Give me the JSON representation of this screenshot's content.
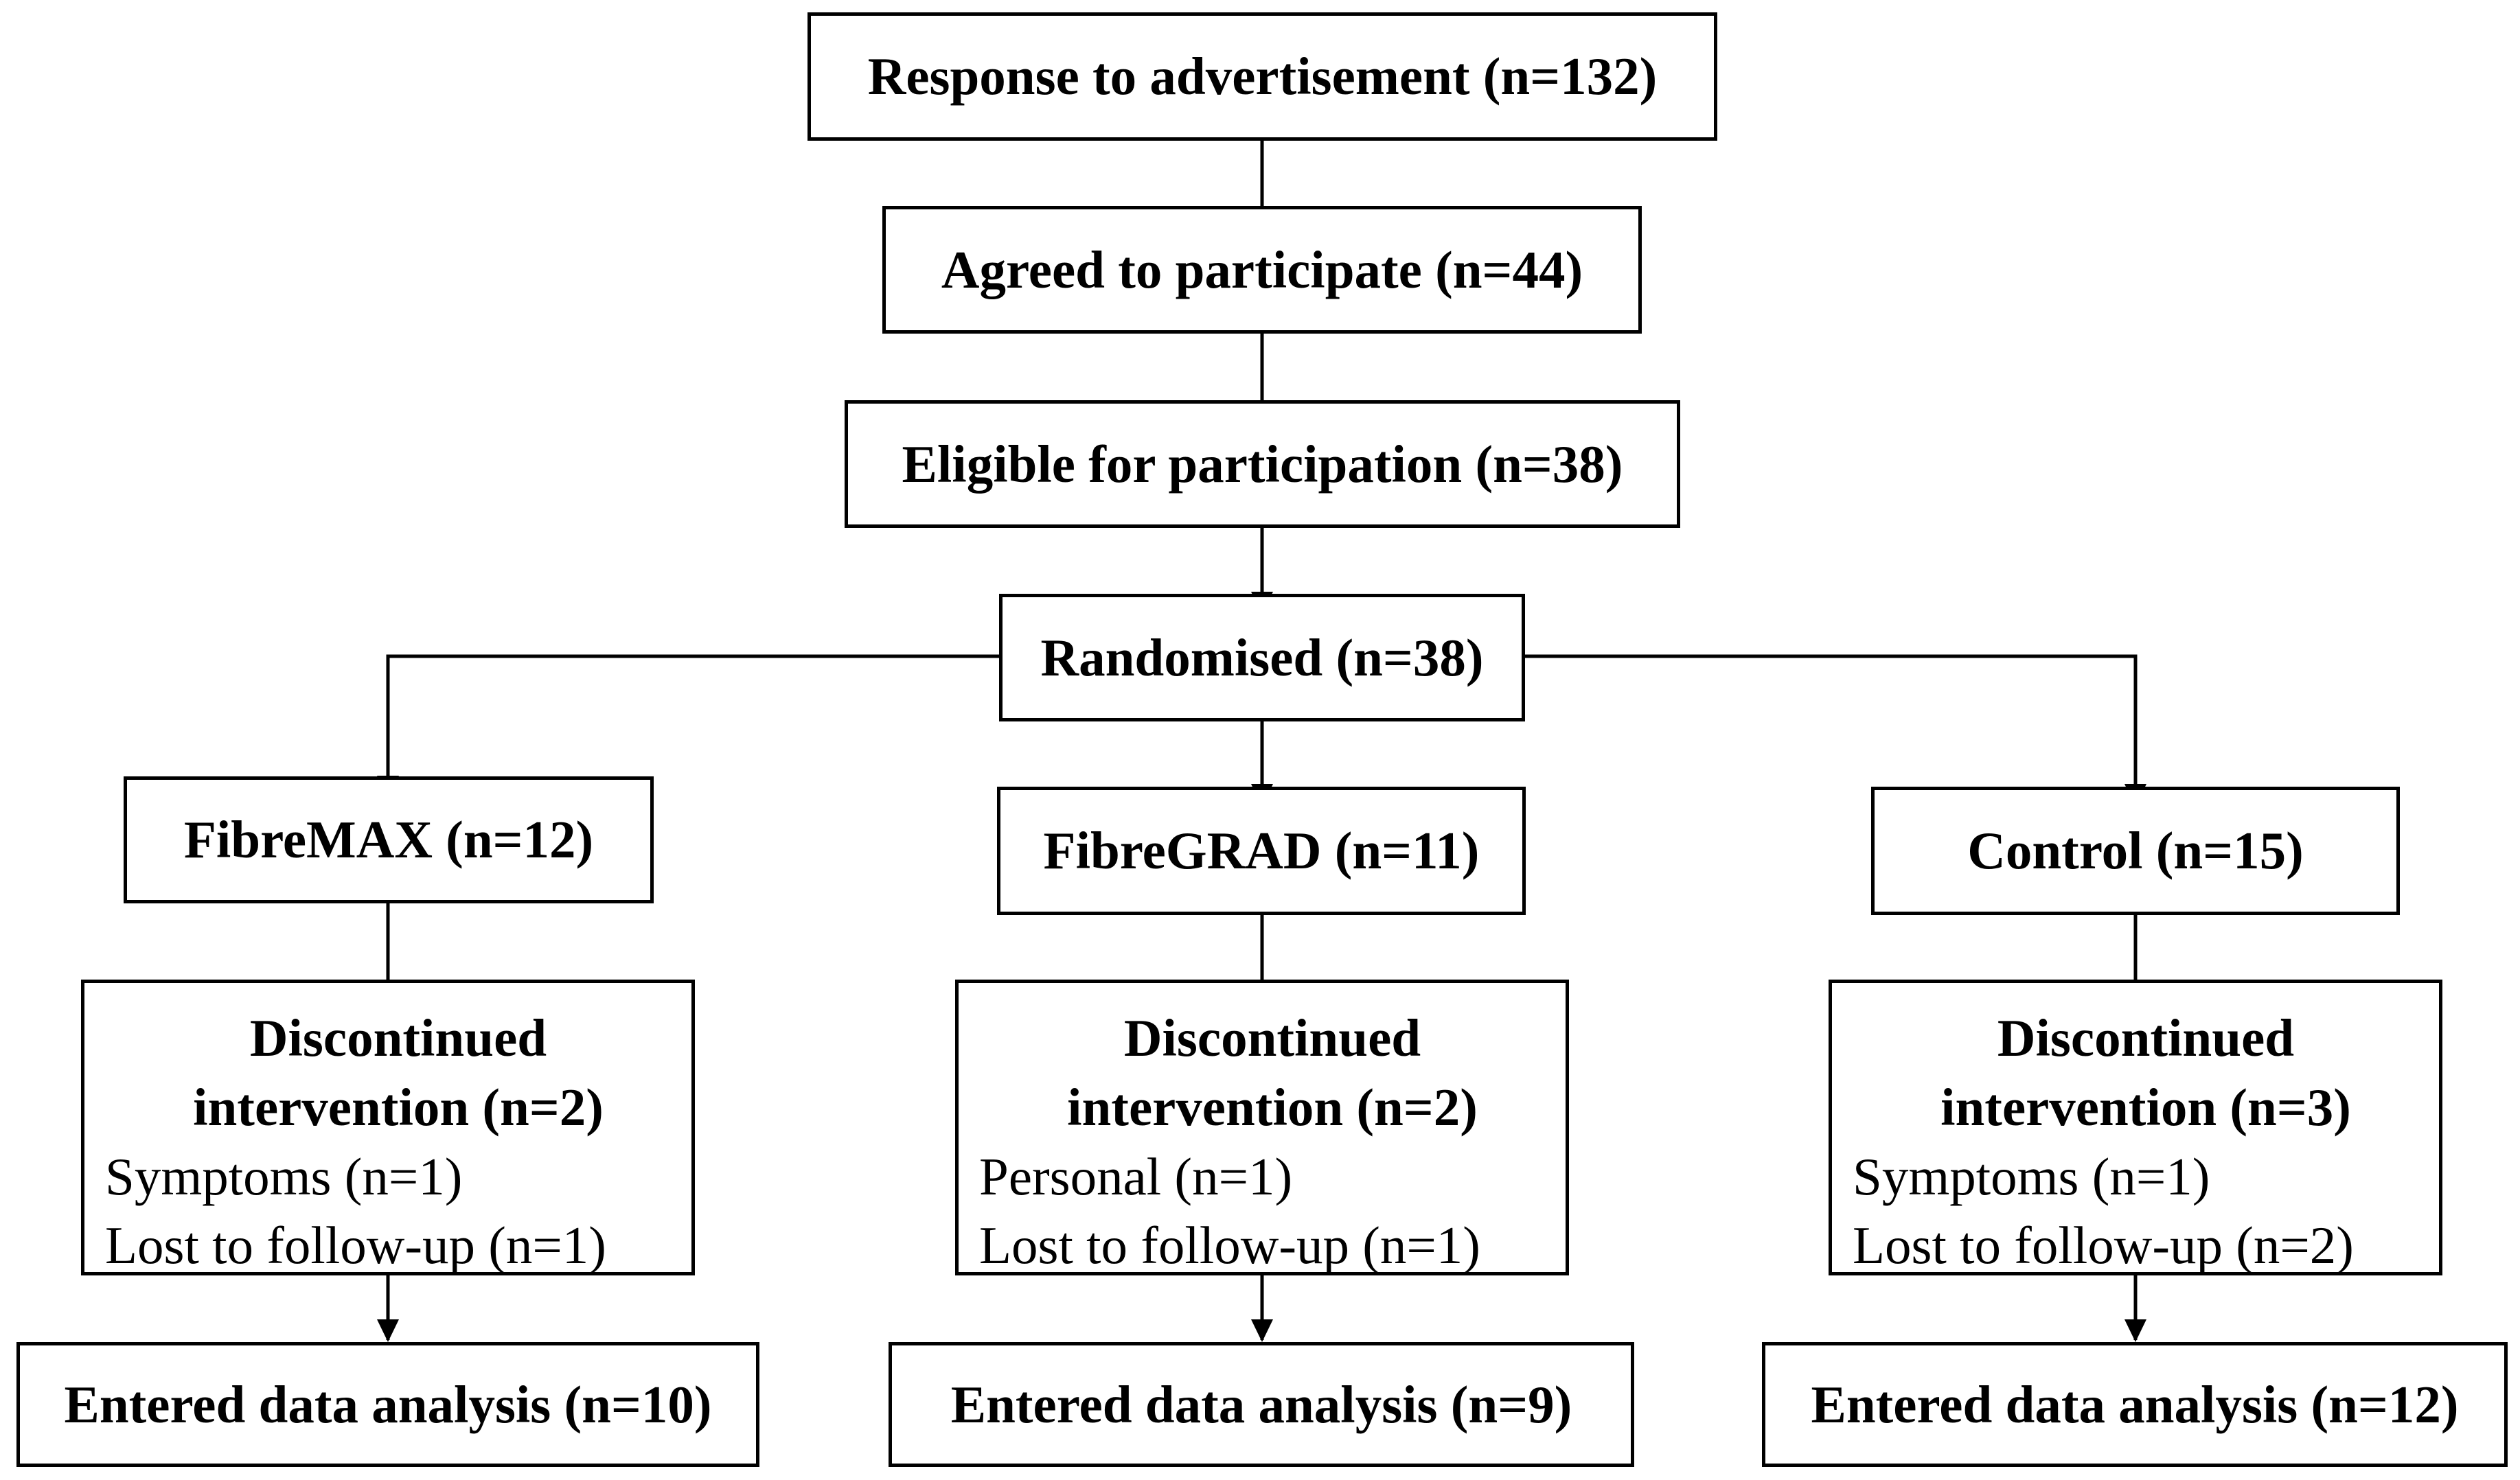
{
  "flow": {
    "response": "Response to advertisement (n=132)",
    "agreed": "Agreed to participate (n=44)",
    "eligible": "Eligible for participation (n=38)",
    "randomised": "Randomised (n=38)"
  },
  "arms": [
    {
      "group": "FibreMAX (n=12)",
      "discontinued_title_1": "Discontinued",
      "discontinued_title_2": "intervention (n=2)",
      "reasons": [
        "Symptoms (n=1)",
        "Lost to follow-up (n=1)"
      ],
      "analysis": "Entered data analysis (n=10)"
    },
    {
      "group": "FibreGRAD (n=11)",
      "discontinued_title_1": "Discontinued",
      "discontinued_title_2": "intervention (n=2)",
      "reasons": [
        "Personal (n=1)",
        "Lost to follow-up (n=1)"
      ],
      "analysis": "Entered data analysis (n=9)"
    },
    {
      "group": "Control (n=15)",
      "discontinued_title_1": "Discontinued",
      "discontinued_title_2": "intervention (n=3)",
      "reasons": [
        "Symptoms (n=1)",
        "Lost to follow-up (n=2)"
      ],
      "analysis": "Entered data analysis (n=12)"
    }
  ]
}
